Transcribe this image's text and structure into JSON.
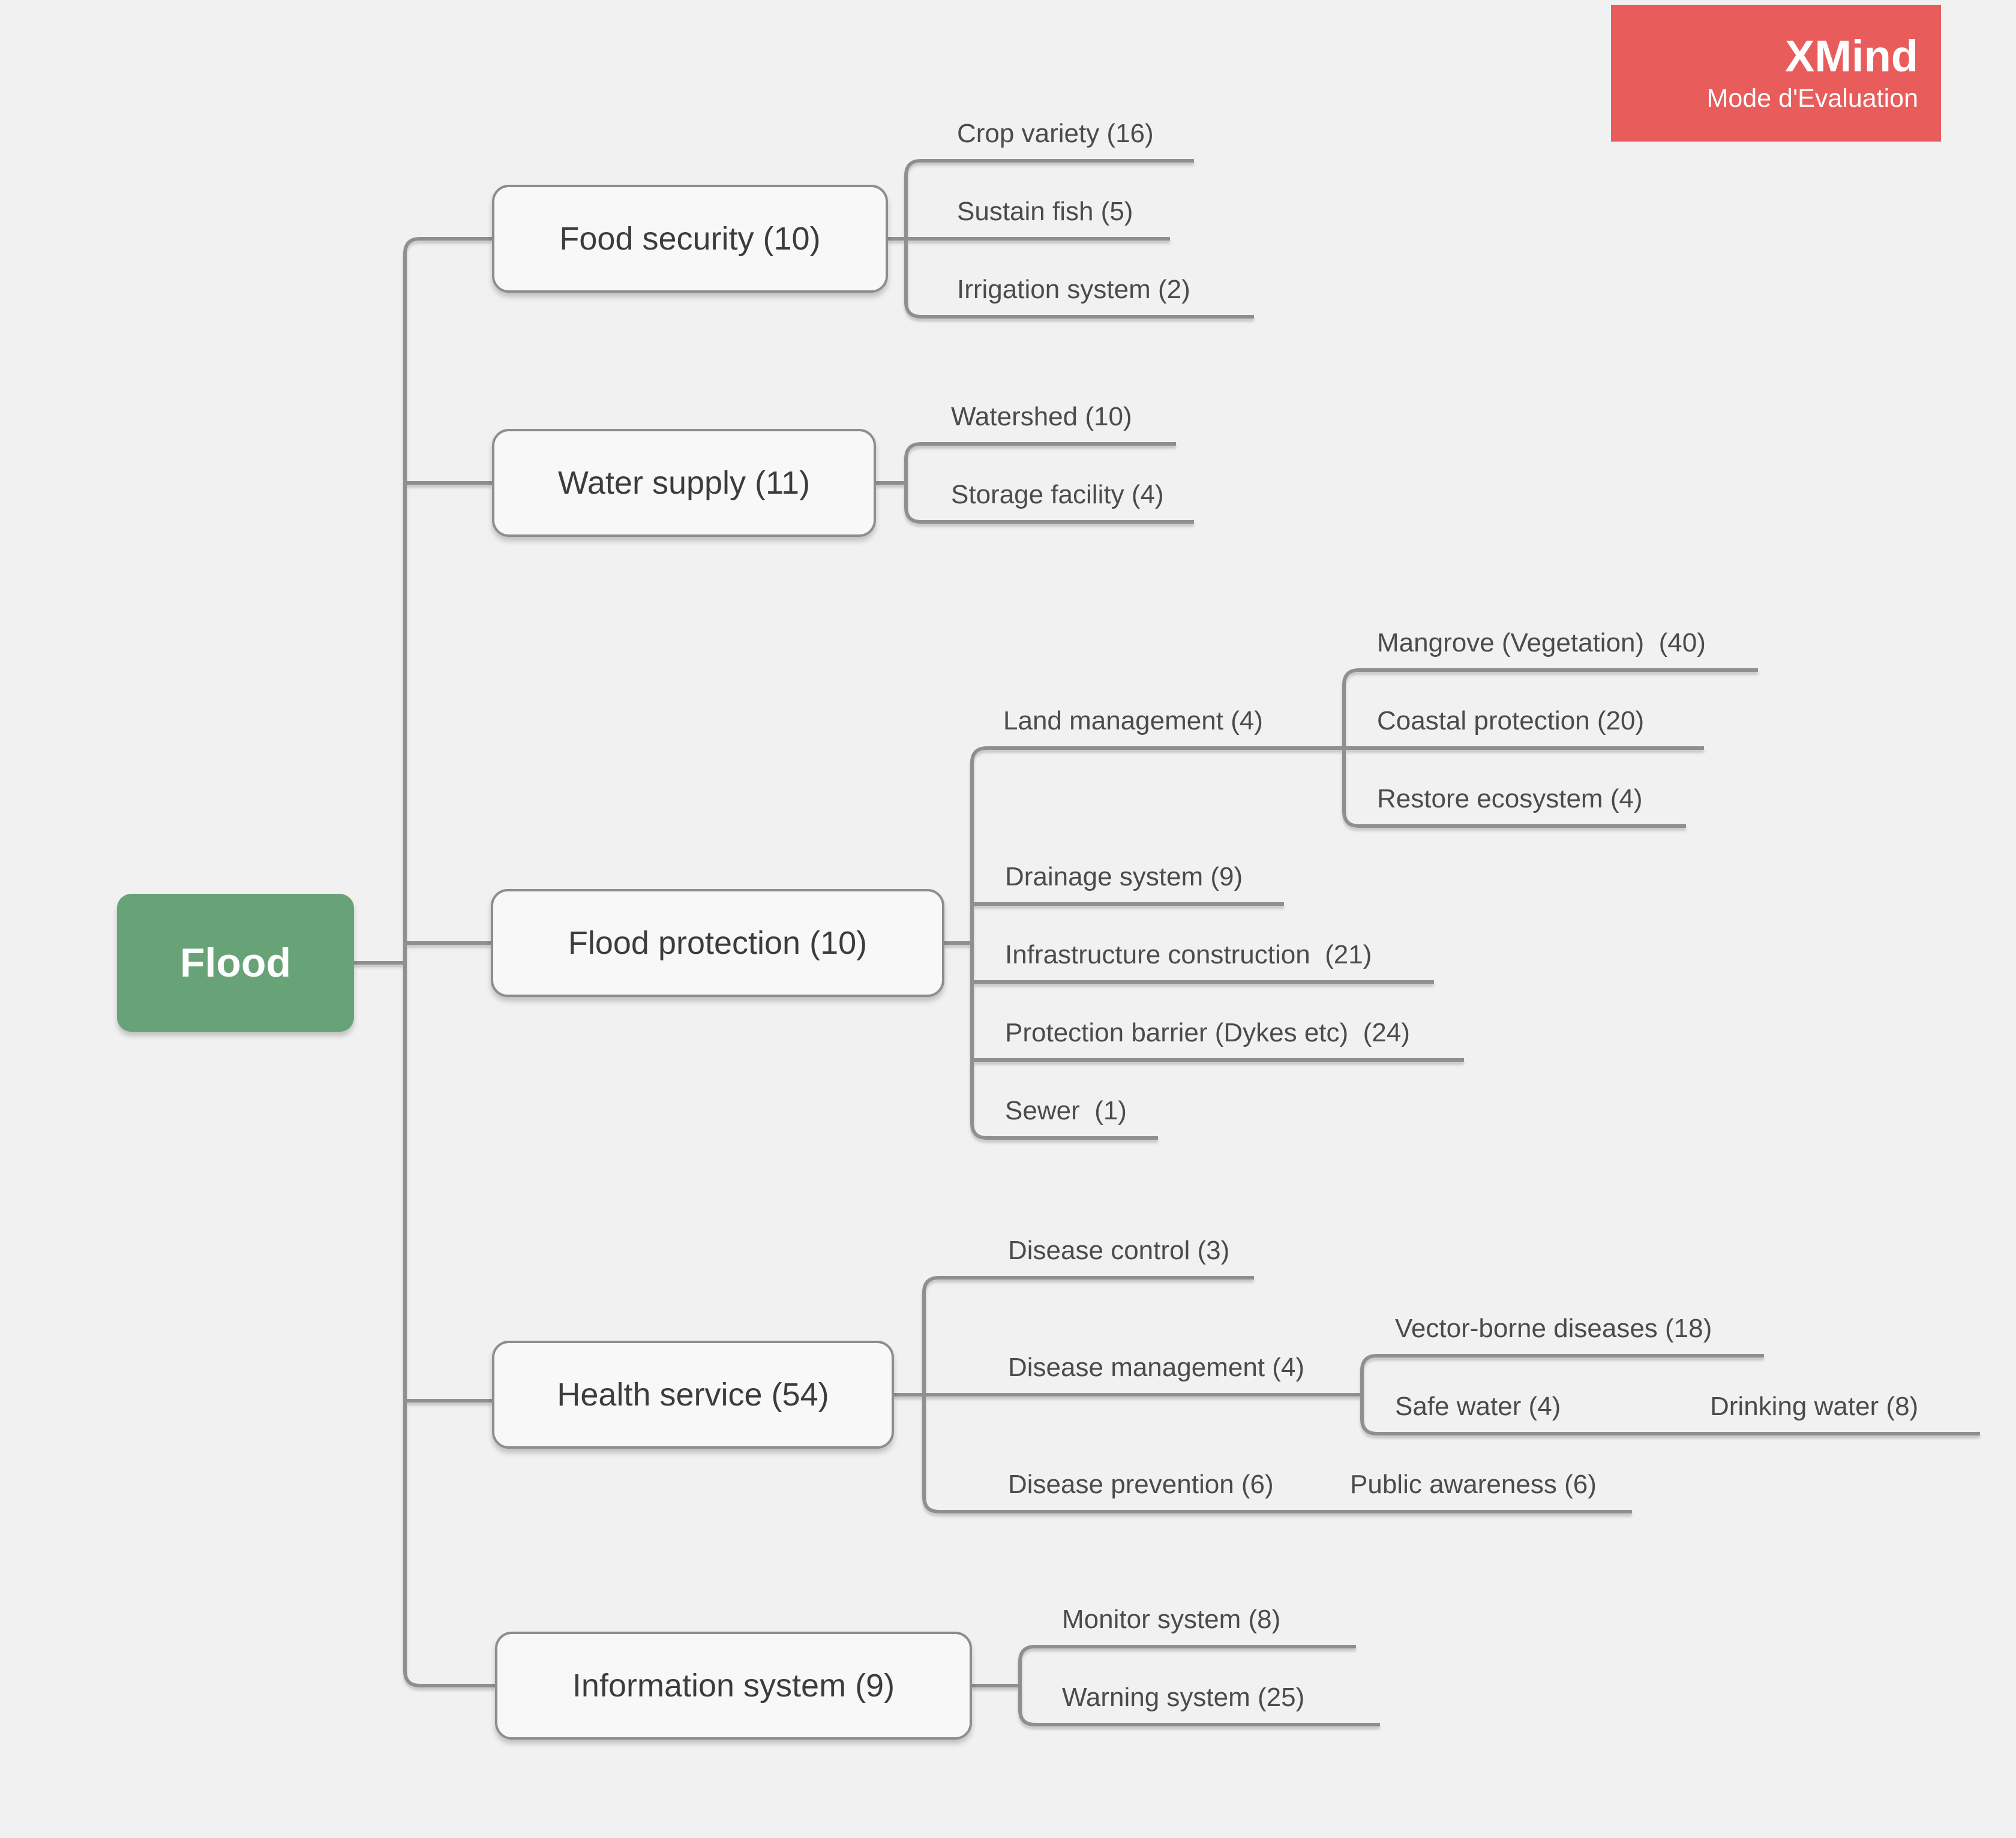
{
  "watermark": {
    "app_name": "XMind",
    "mode_label": "Mode d'Evaluation"
  },
  "colors": {
    "background": "#f1f1f2",
    "topic_bg": "#f8f8f8",
    "topic_border": "#8d8d8d",
    "topic_text": "#3c3c3c",
    "subtopic_text": "#4b4b4b",
    "connector": "#8f8f8f",
    "root_bg": "#68a377",
    "root_text": "#ffffff",
    "watermark_bg": "#e95c5c",
    "watermark_text": "#ffffff"
  },
  "root": {
    "label": "Flood"
  },
  "branches": [
    {
      "label": "Food security (10)",
      "children": [
        {
          "label": "Crop variety (16)"
        },
        {
          "label": "Sustain fish (5)"
        },
        {
          "label": "Irrigation system (2)"
        }
      ]
    },
    {
      "label": "Water supply (11)",
      "children": [
        {
          "label": "Watershed (10)"
        },
        {
          "label": "Storage facility (4)"
        }
      ]
    },
    {
      "label": "Flood protection (10)",
      "children": [
        {
          "label": "Land management (4)",
          "children": [
            {
              "label": "Mangrove (Vegetation)  (40)"
            },
            {
              "label": "Coastal protection (20)"
            },
            {
              "label": "Restore ecosystem (4)"
            }
          ]
        },
        {
          "label": "Drainage system (9)"
        },
        {
          "label": "Infrastructure construction  (21)"
        },
        {
          "label": "Protection barrier (Dykes etc)  (24)"
        },
        {
          "label": "Sewer  (1)"
        }
      ]
    },
    {
      "label": "Health service (54)",
      "children": [
        {
          "label": "Disease control (3)"
        },
        {
          "label": "Disease management (4)",
          "children": [
            {
              "label": "Vector-borne diseases (18)"
            },
            {
              "label": "Safe water (4)",
              "children": [
                {
                  "label": "Drinking water (8)"
                }
              ]
            }
          ]
        },
        {
          "label": "Disease prevention (6)",
          "children": [
            {
              "label": "Public awareness (6)"
            }
          ]
        }
      ]
    },
    {
      "label": "Information system (9)",
      "children": [
        {
          "label": "Monitor system (8)"
        },
        {
          "label": "Warning system (25)"
        }
      ]
    }
  ]
}
